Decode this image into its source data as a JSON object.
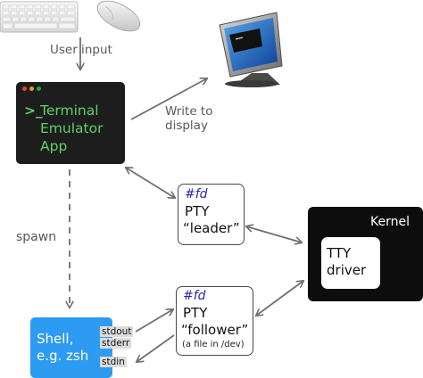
{
  "labels": {
    "user_input": "User input",
    "write_to_display_line1": "Write to",
    "write_to_display_line2": "display",
    "spawn": "spawn"
  },
  "terminal": {
    "prompt": ">_",
    "line1": "Terminal",
    "line2": "Emulator",
    "line3": "App",
    "dot_colors": [
      "#e0443e",
      "#dea123",
      "#1aab29"
    ]
  },
  "pty_leader": {
    "fd": "#fd",
    "name": "PTY",
    "role": "“leader”"
  },
  "pty_follower": {
    "fd": "#fd",
    "name": "PTY",
    "role": "“follower”",
    "note": "(a file in /dev)"
  },
  "kernel": {
    "title": "Kernel",
    "tty_line1": "TTY",
    "tty_line2": "driver"
  },
  "shell": {
    "line1": "Shell,",
    "line2": "e.g. zsh",
    "stdout": "stdout",
    "stderr": "stderr",
    "stdin": "stdin"
  },
  "colors": {
    "terminal_bg": "#1d1d1d",
    "terminal_text": "#5fd162",
    "fd_text": "#2b2aa6",
    "kernel_bg": "#0d0d0d",
    "shell_bg": "#2e9bf3",
    "arrow": "#6f6f6f"
  }
}
